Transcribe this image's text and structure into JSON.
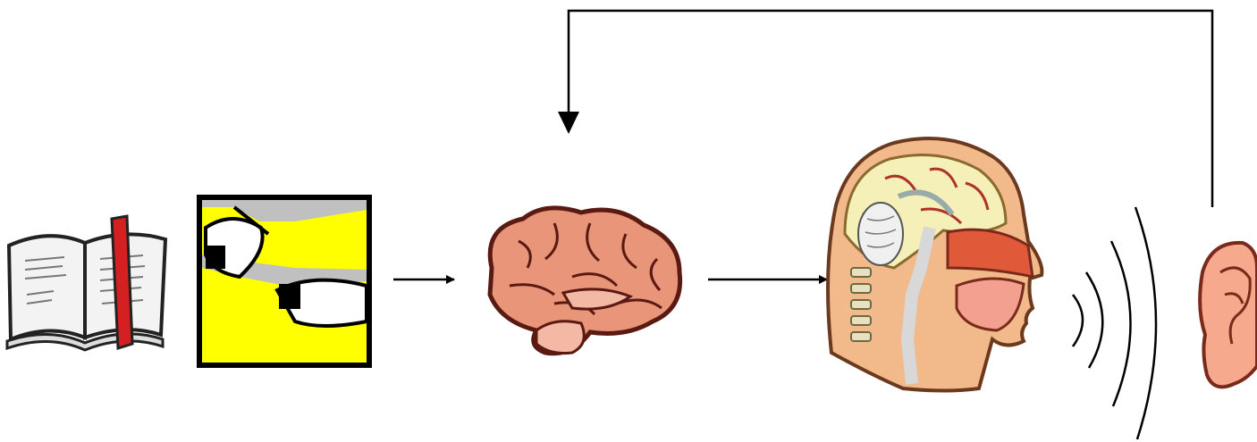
{
  "diagram": {
    "nodes": [
      {
        "id": "book",
        "icon": "open-book-icon"
      },
      {
        "id": "eyes",
        "icon": "eyes-reading-icon"
      },
      {
        "id": "brain",
        "icon": "brain-icon"
      },
      {
        "id": "head",
        "icon": "head-cross-section-icon"
      },
      {
        "id": "sound",
        "icon": "sound-waves-icon"
      },
      {
        "id": "ear",
        "icon": "ear-icon"
      }
    ],
    "edges": [
      {
        "from": "eyes",
        "to": "brain"
      },
      {
        "from": "brain",
        "to": "head"
      },
      {
        "from": "ear",
        "to": "brain",
        "style": "feedback-loop"
      }
    ]
  },
  "colors": {
    "line": "#000000",
    "book_ribbon": "#d42020",
    "eyes_bg": "#ffff00",
    "brain": "#e8957a",
    "brain_stroke": "#5a1a12",
    "head_skin": "#f2b98a",
    "head_brain": "#f4f0b8",
    "ear": "#f6a98c"
  }
}
